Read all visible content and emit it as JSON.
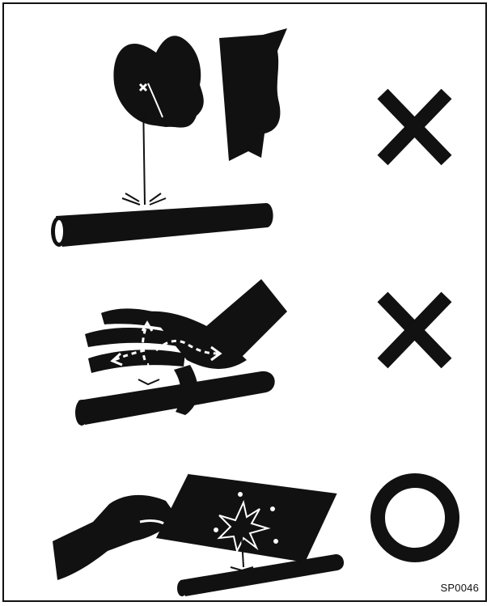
{
  "figure": {
    "reference_code": "SP0046",
    "colors": {
      "ink": "#111111",
      "background": "#ffffff"
    },
    "rows": [
      {
        "illustration": "pressurized-leak-sprayed-at-eye",
        "verdict": "incorrect",
        "verdict_icon": "cross-icon"
      },
      {
        "illustration": "hand-held-over-leak",
        "verdict": "incorrect",
        "verdict_icon": "cross-icon"
      },
      {
        "illustration": "cardboard-held-over-leak",
        "verdict": "correct",
        "verdict_icon": "circle-icon"
      }
    ]
  }
}
